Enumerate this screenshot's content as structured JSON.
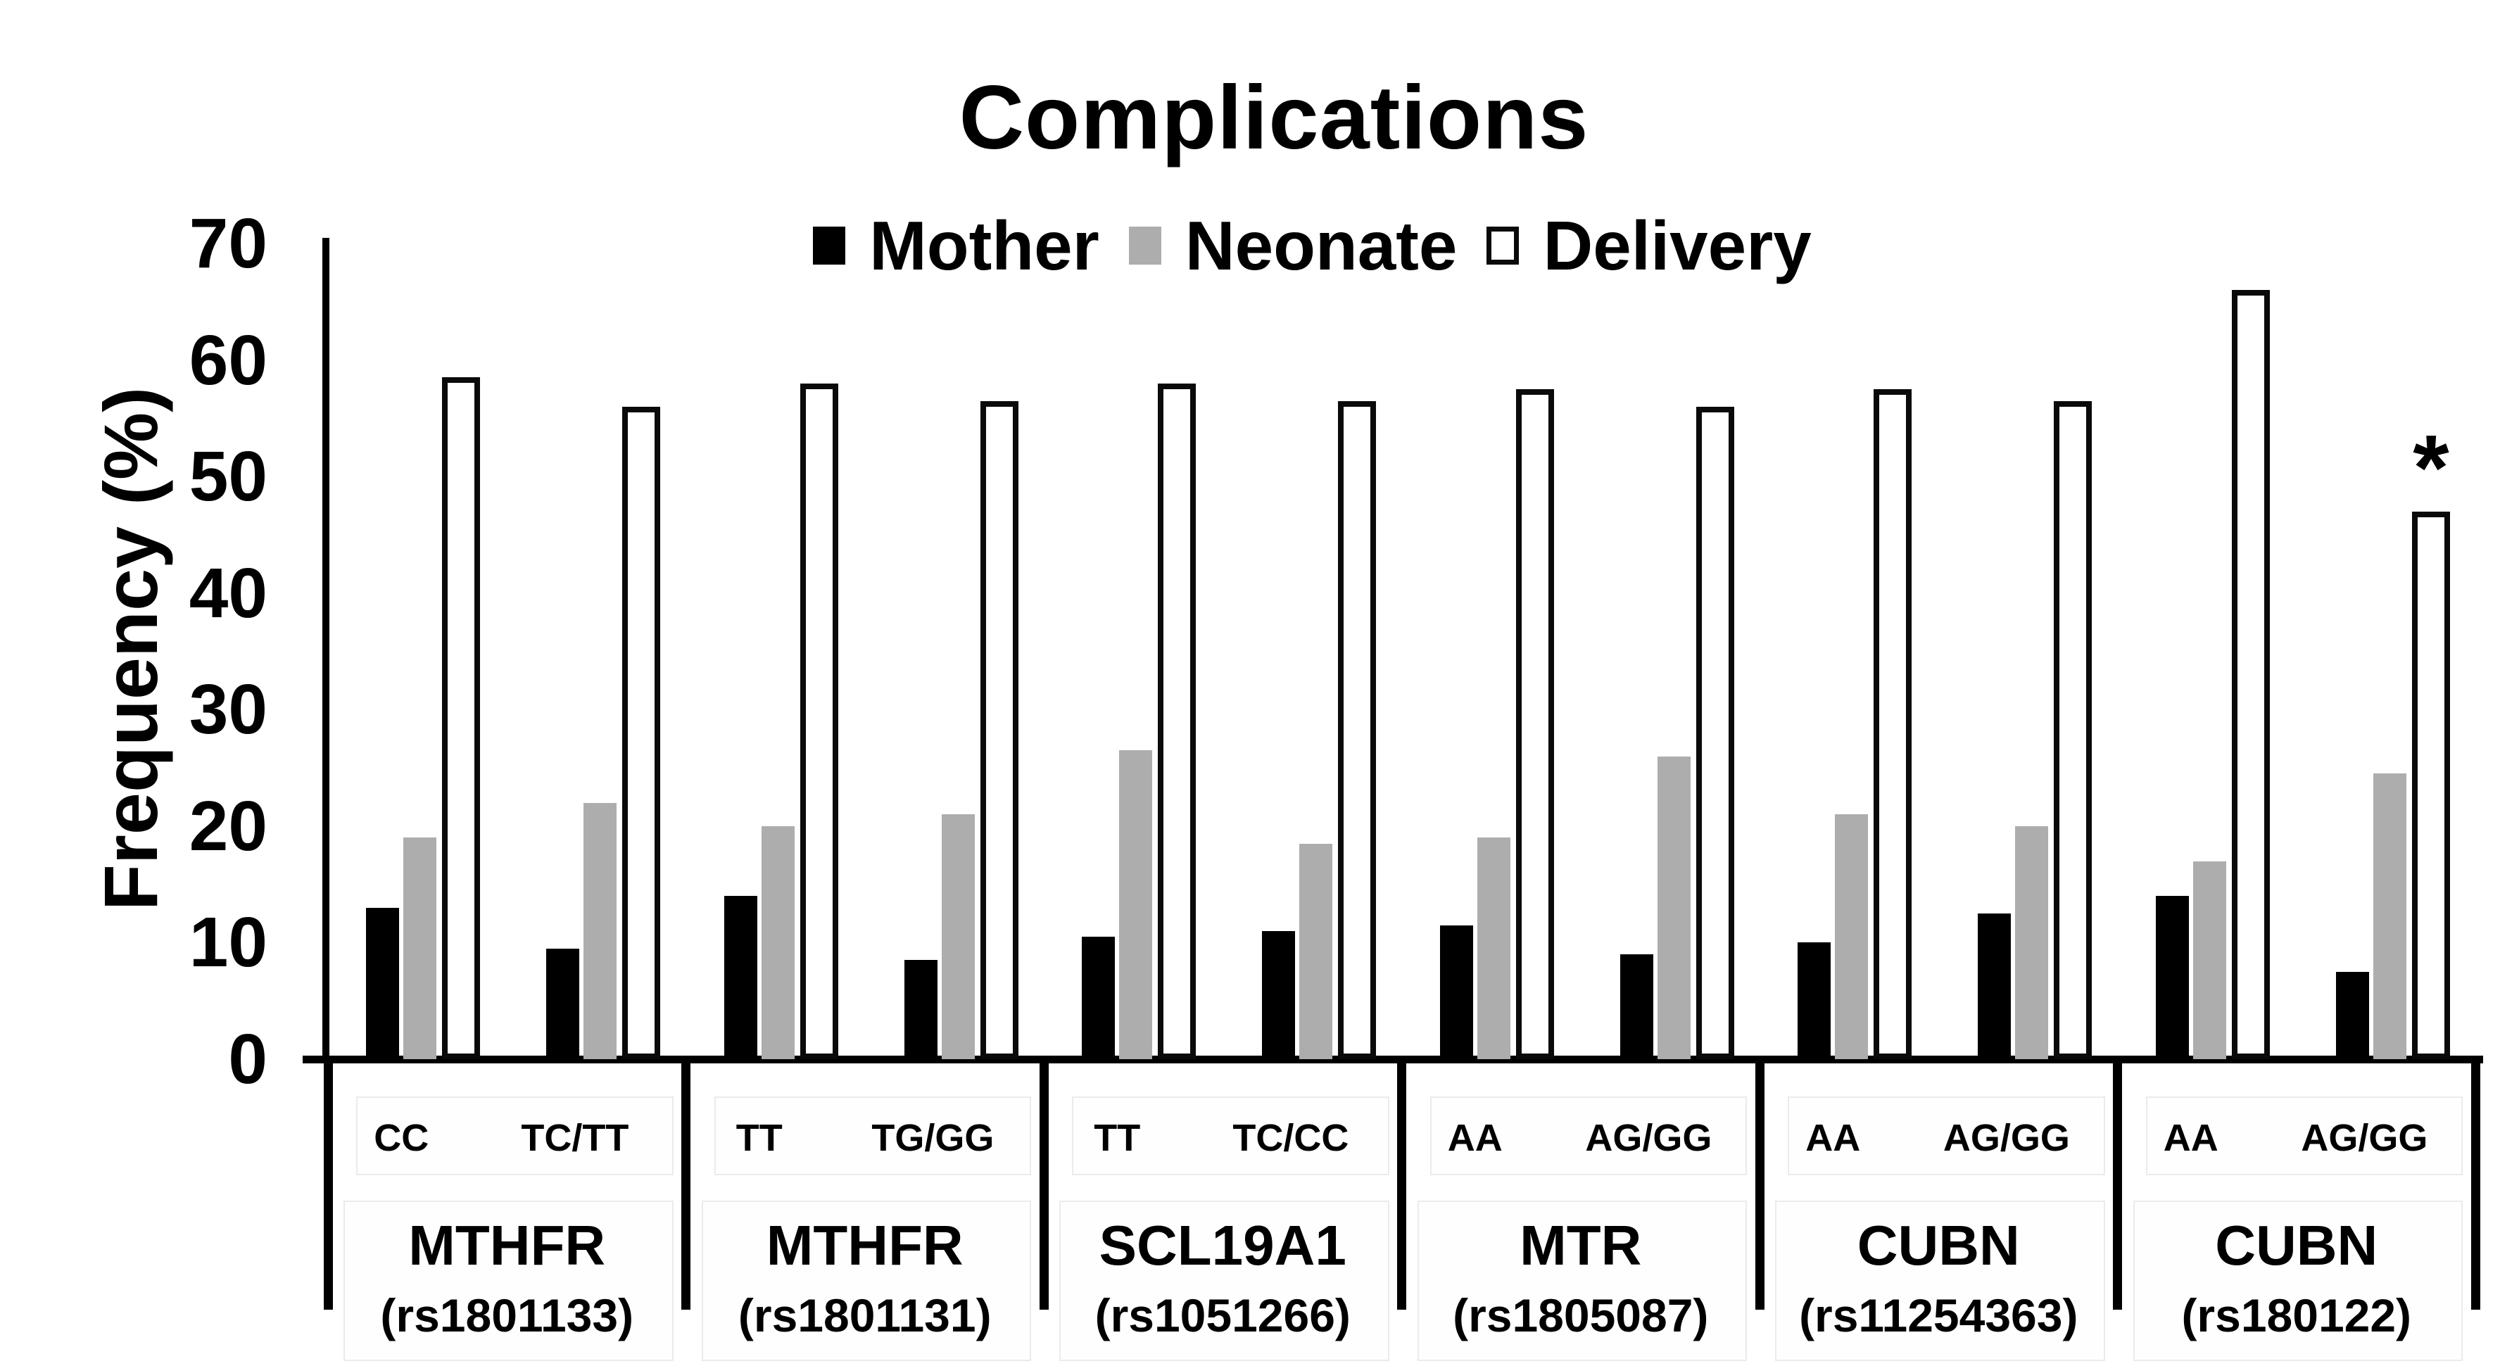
{
  "chart_data": {
    "type": "bar",
    "title": "Complications",
    "ylabel": "Frequency (%)",
    "xlabel": "",
    "ylim": [
      0,
      70
    ],
    "yticks": [
      0,
      10,
      20,
      30,
      40,
      50,
      60,
      70
    ],
    "grid": false,
    "legend_position": "top-center",
    "series": [
      {
        "name": "Mother",
        "fill": "#000000",
        "border": "#000000"
      },
      {
        "name": "Neonate",
        "fill": "#adadad",
        "border": "#adadad"
      },
      {
        "name": "Delivery",
        "fill": "#ffffff",
        "border": "#0a0a0a"
      }
    ],
    "series_order": [
      "Mother",
      "Neonate",
      "Delivery"
    ],
    "groups": [
      {
        "gene": "MTHFR",
        "rs": "(rs1801133)",
        "genotypes": [
          {
            "label": "CC",
            "values": [
              13,
              19,
              58.5
            ],
            "annotation": ""
          },
          {
            "label": "TC/TT",
            "values": [
              9.5,
              22,
              56
            ],
            "annotation": ""
          }
        ]
      },
      {
        "gene": "MTHFR",
        "rs": "(rs1801131)",
        "genotypes": [
          {
            "label": "TT",
            "values": [
              14,
              20,
              58
            ],
            "annotation": ""
          },
          {
            "label": "TG/GG",
            "values": [
              8.5,
              21,
              56.5
            ],
            "annotation": ""
          }
        ]
      },
      {
        "gene": "SCL19A1",
        "rs": "(rs1051266)",
        "genotypes": [
          {
            "label": "TT",
            "values": [
              10.5,
              26.5,
              58
            ],
            "annotation": ""
          },
          {
            "label": "TC/CC",
            "values": [
              11,
              18.5,
              56.5
            ],
            "annotation": ""
          }
        ]
      },
      {
        "gene": "MTR",
        "rs": "(rs1805087)",
        "genotypes": [
          {
            "label": "AA",
            "values": [
              11.5,
              19,
              57.5
            ],
            "annotation": ""
          },
          {
            "label": "AG/GG",
            "values": [
              9,
              26,
              56
            ],
            "annotation": ""
          }
        ]
      },
      {
        "gene": "CUBN",
        "rs": "(rs11254363)",
        "genotypes": [
          {
            "label": "AA",
            "values": [
              10,
              21,
              57.5
            ],
            "annotation": ""
          },
          {
            "label": "AG/GG",
            "values": [
              12.5,
              20,
              56.5
            ],
            "annotation": ""
          }
        ]
      },
      {
        "gene": "CUBN",
        "rs": "(rs180122)",
        "genotypes": [
          {
            "label": "AA",
            "values": [
              14,
              17,
              66
            ],
            "annotation": ""
          },
          {
            "label": "AG/GG",
            "values": [
              7.5,
              24.5,
              47
            ],
            "annotation": "*"
          }
        ]
      }
    ],
    "annotation_note": "* marks the Delivery bar of CUBN (rs180122) AG/GG"
  }
}
